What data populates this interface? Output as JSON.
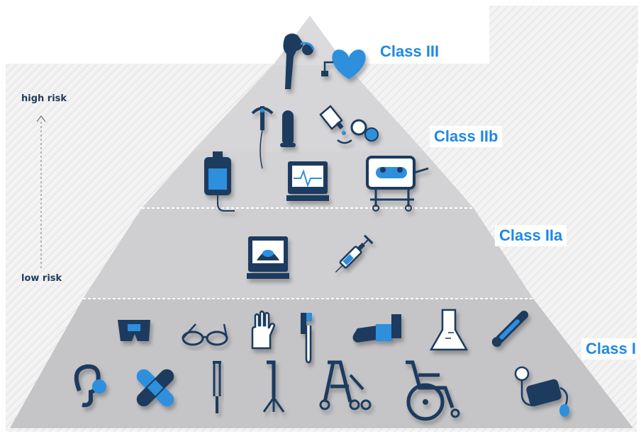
{
  "risk_axis": {
    "high_label": "high risk",
    "low_label": "low risk"
  },
  "classes": [
    {
      "label": "Class III",
      "devices": [
        "hip-joint-implant-icon",
        "pacemaker-heart-icon"
      ]
    },
    {
      "label": "Class IIb",
      "devices": [
        "iud-contraceptive-icon",
        "condom-icon",
        "contact-lens-solution-icon",
        "infusion-bag-icon",
        "monitor-defibrillator-icon",
        "baby-incubator-icon"
      ]
    },
    {
      "label": "Class IIa",
      "devices": [
        "ultrasound-scanner-icon",
        "syringe-icon"
      ]
    },
    {
      "label": "Class I",
      "devices": [
        "diaper-icon",
        "eyeglasses-icon",
        "surgical-glove-icon",
        "reflex-hammer-icon",
        "arm-cast-icon",
        "lab-flask-icon",
        "thermometer-icon",
        "hearing-aid-icon",
        "bandage-icon",
        "crutch-icon",
        "walking-cane-icon",
        "rollator-walker-icon",
        "wheelchair-icon",
        "blood-pressure-cuff-icon"
      ]
    }
  ],
  "colors": {
    "icon_dark": "#1b3a5e",
    "icon_accent": "#2f8fdc",
    "label_blue": "#1e88e5",
    "tier_top": "#d6d6d8",
    "tier_mid": "#cfcfd1",
    "tier_bottom": "#c5c5c7"
  }
}
